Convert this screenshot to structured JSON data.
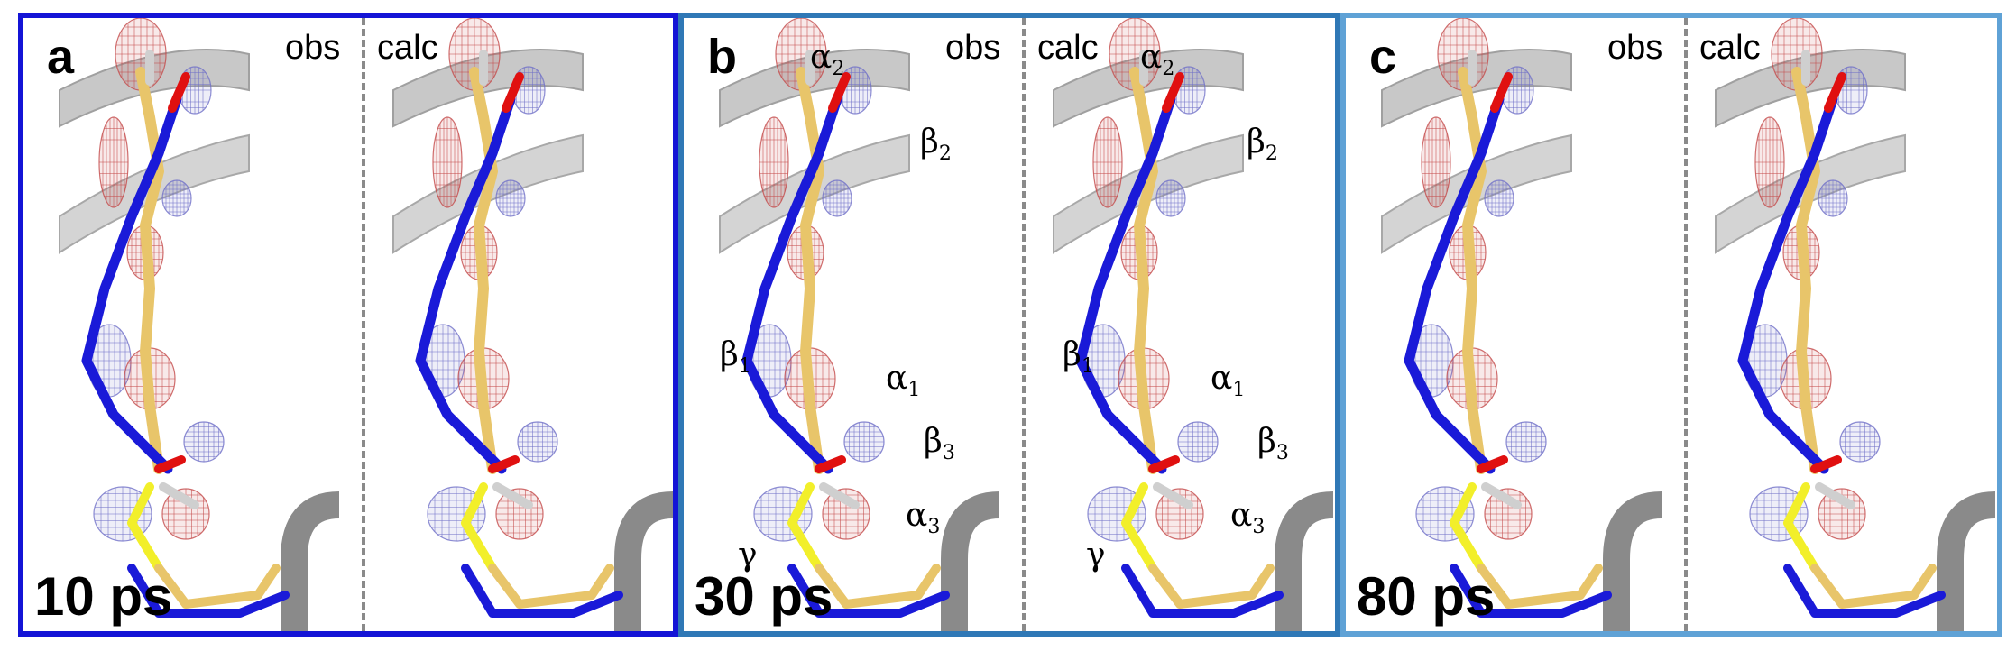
{
  "colors": {
    "frame_a": "#1414d6",
    "frame_b": "#2f78b6",
    "frame_c": "#5fa2d6",
    "carbon": "#e8c56a",
    "nitrogen": "#1a1ad8",
    "oxygen": "#e01010",
    "sulfur": "#f2ef2a",
    "hydrogen": "#cfcfcf",
    "mesh_positive": "#7070c8",
    "mesh_negative": "#c44b4b",
    "ribbon": "#9a9a9a",
    "divider": "#8a8a8a"
  },
  "panels": [
    {
      "letter": "a",
      "time": "10 ps",
      "left_header": "obs",
      "right_header": "calc"
    },
    {
      "letter": "b",
      "time": "30 ps",
      "left_header": "obs",
      "right_header": "calc"
    },
    {
      "letter": "c",
      "time": "80 ps",
      "left_header": "obs",
      "right_header": "calc"
    }
  ],
  "labels": {
    "alpha2": {
      "sym": "α",
      "sub": "2"
    },
    "beta2": {
      "sym": "β",
      "sub": "2"
    },
    "beta1": {
      "sym": "β",
      "sub": "1"
    },
    "alpha1": {
      "sym": "α",
      "sub": "1"
    },
    "beta3": {
      "sym": "β",
      "sub": "3"
    },
    "alpha3": {
      "sym": "α",
      "sub": "3"
    },
    "gamma": {
      "sym": "γ"
    }
  },
  "icons": [
    "chromophore-structure",
    "density-mesh",
    "protein-ribbon"
  ]
}
